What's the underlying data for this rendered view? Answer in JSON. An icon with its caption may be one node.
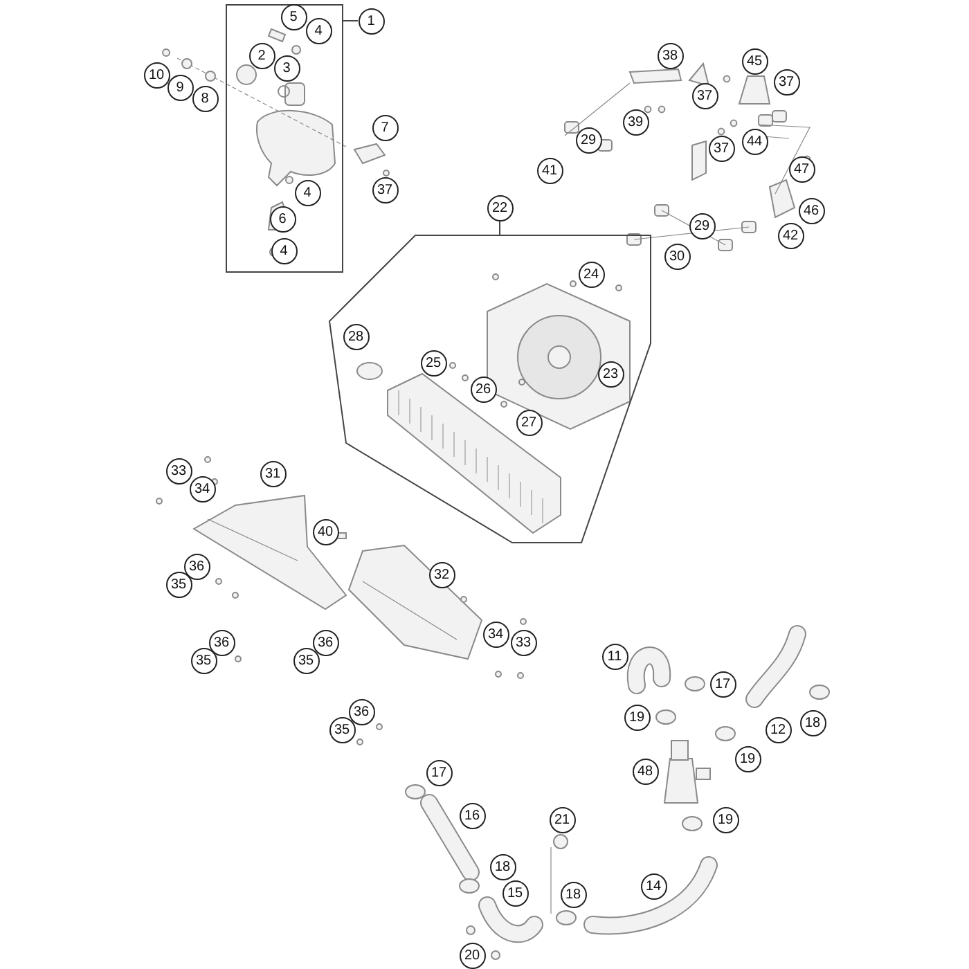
{
  "diagram": {
    "nodes": [
      {
        "text": [],
        "shape": "box"
      },
      {
        "text": [
          "1"
        ]
      },
      {
        "text": [
          "5"
        ],
        "in": 0
      },
      {
        "text": [
          "4"
        ],
        "in": 0
      },
      {
        "text": [
          "2"
        ],
        "in": 0
      },
      {
        "text": [
          "3"
        ],
        "in": 0
      },
      {
        "text": [
          "4"
        ],
        "in": 0
      },
      {
        "text": [
          "6"
        ],
        "in": 0
      },
      {
        "text": [
          "4"
        ],
        "in": 0
      },
      {
        "text": [
          "10"
        ]
      },
      {
        "text": [
          "9"
        ]
      },
      {
        "text": [
          "8"
        ]
      },
      {
        "text": [
          "7"
        ]
      },
      {
        "text": [
          "37"
        ]
      },
      {
        "text": [
          "38"
        ]
      },
      {
        "text": [
          "45"
        ]
      },
      {
        "text": [
          "37"
        ]
      },
      {
        "text": [
          "37"
        ]
      },
      {
        "text": [
          "39"
        ]
      },
      {
        "text": [
          "29"
        ]
      },
      {
        "text": [
          "44"
        ]
      },
      {
        "text": [
          "37"
        ]
      },
      {
        "text": [
          "41"
        ]
      },
      {
        "text": [
          "47"
        ]
      },
      {
        "text": [
          "46"
        ]
      },
      {
        "text": [
          "22"
        ]
      },
      {
        "text": [
          "29"
        ]
      },
      {
        "text": [
          "42"
        ]
      },
      {
        "text": [
          "30"
        ]
      },
      {
        "text": [],
        "shape": "box"
      },
      {
        "text": [
          "24"
        ],
        "in": 29
      },
      {
        "text": [
          "28"
        ],
        "in": 29
      },
      {
        "text": [
          "25"
        ],
        "in": 29
      },
      {
        "text": [
          "23"
        ],
        "in": 29
      },
      {
        "text": [
          "26"
        ],
        "in": 29
      },
      {
        "text": [
          "27"
        ],
        "in": 29
      },
      {
        "text": [
          "33"
        ]
      },
      {
        "text": [
          "34"
        ]
      },
      {
        "text": [
          "31"
        ]
      },
      {
        "text": [
          "40"
        ]
      },
      {
        "text": [
          "32"
        ]
      },
      {
        "text": [
          "36"
        ]
      },
      {
        "text": [
          "35"
        ]
      },
      {
        "text": [
          "36"
        ]
      },
      {
        "text": [
          "35"
        ]
      },
      {
        "text": [
          "36"
        ]
      },
      {
        "text": [
          "35"
        ]
      },
      {
        "text": [
          "34"
        ]
      },
      {
        "text": [
          "33"
        ]
      },
      {
        "text": [
          "36"
        ]
      },
      {
        "text": [
          "35"
        ]
      },
      {
        "text": [
          "11"
        ]
      },
      {
        "text": [
          "17"
        ]
      },
      {
        "text": [
          "19"
        ]
      },
      {
        "text": [
          "12"
        ]
      },
      {
        "text": [
          "18"
        ]
      },
      {
        "text": [
          "48"
        ]
      },
      {
        "text": [
          "19"
        ]
      },
      {
        "text": [
          "17"
        ]
      },
      {
        "text": [
          "16"
        ]
      },
      {
        "text": [
          "21"
        ]
      },
      {
        "text": [
          "19"
        ]
      },
      {
        "text": [
          "18"
        ]
      },
      {
        "text": [
          "15"
        ]
      },
      {
        "text": [
          "18"
        ]
      },
      {
        "text": [
          "14"
        ]
      },
      {
        "text": [
          "20"
        ]
      }
    ],
    "edges": [
      {
        "from": 1,
        "to": 0,
        "arrow": "none"
      },
      {
        "from": 25,
        "to": 29,
        "arrow": "none"
      }
    ]
  }
}
